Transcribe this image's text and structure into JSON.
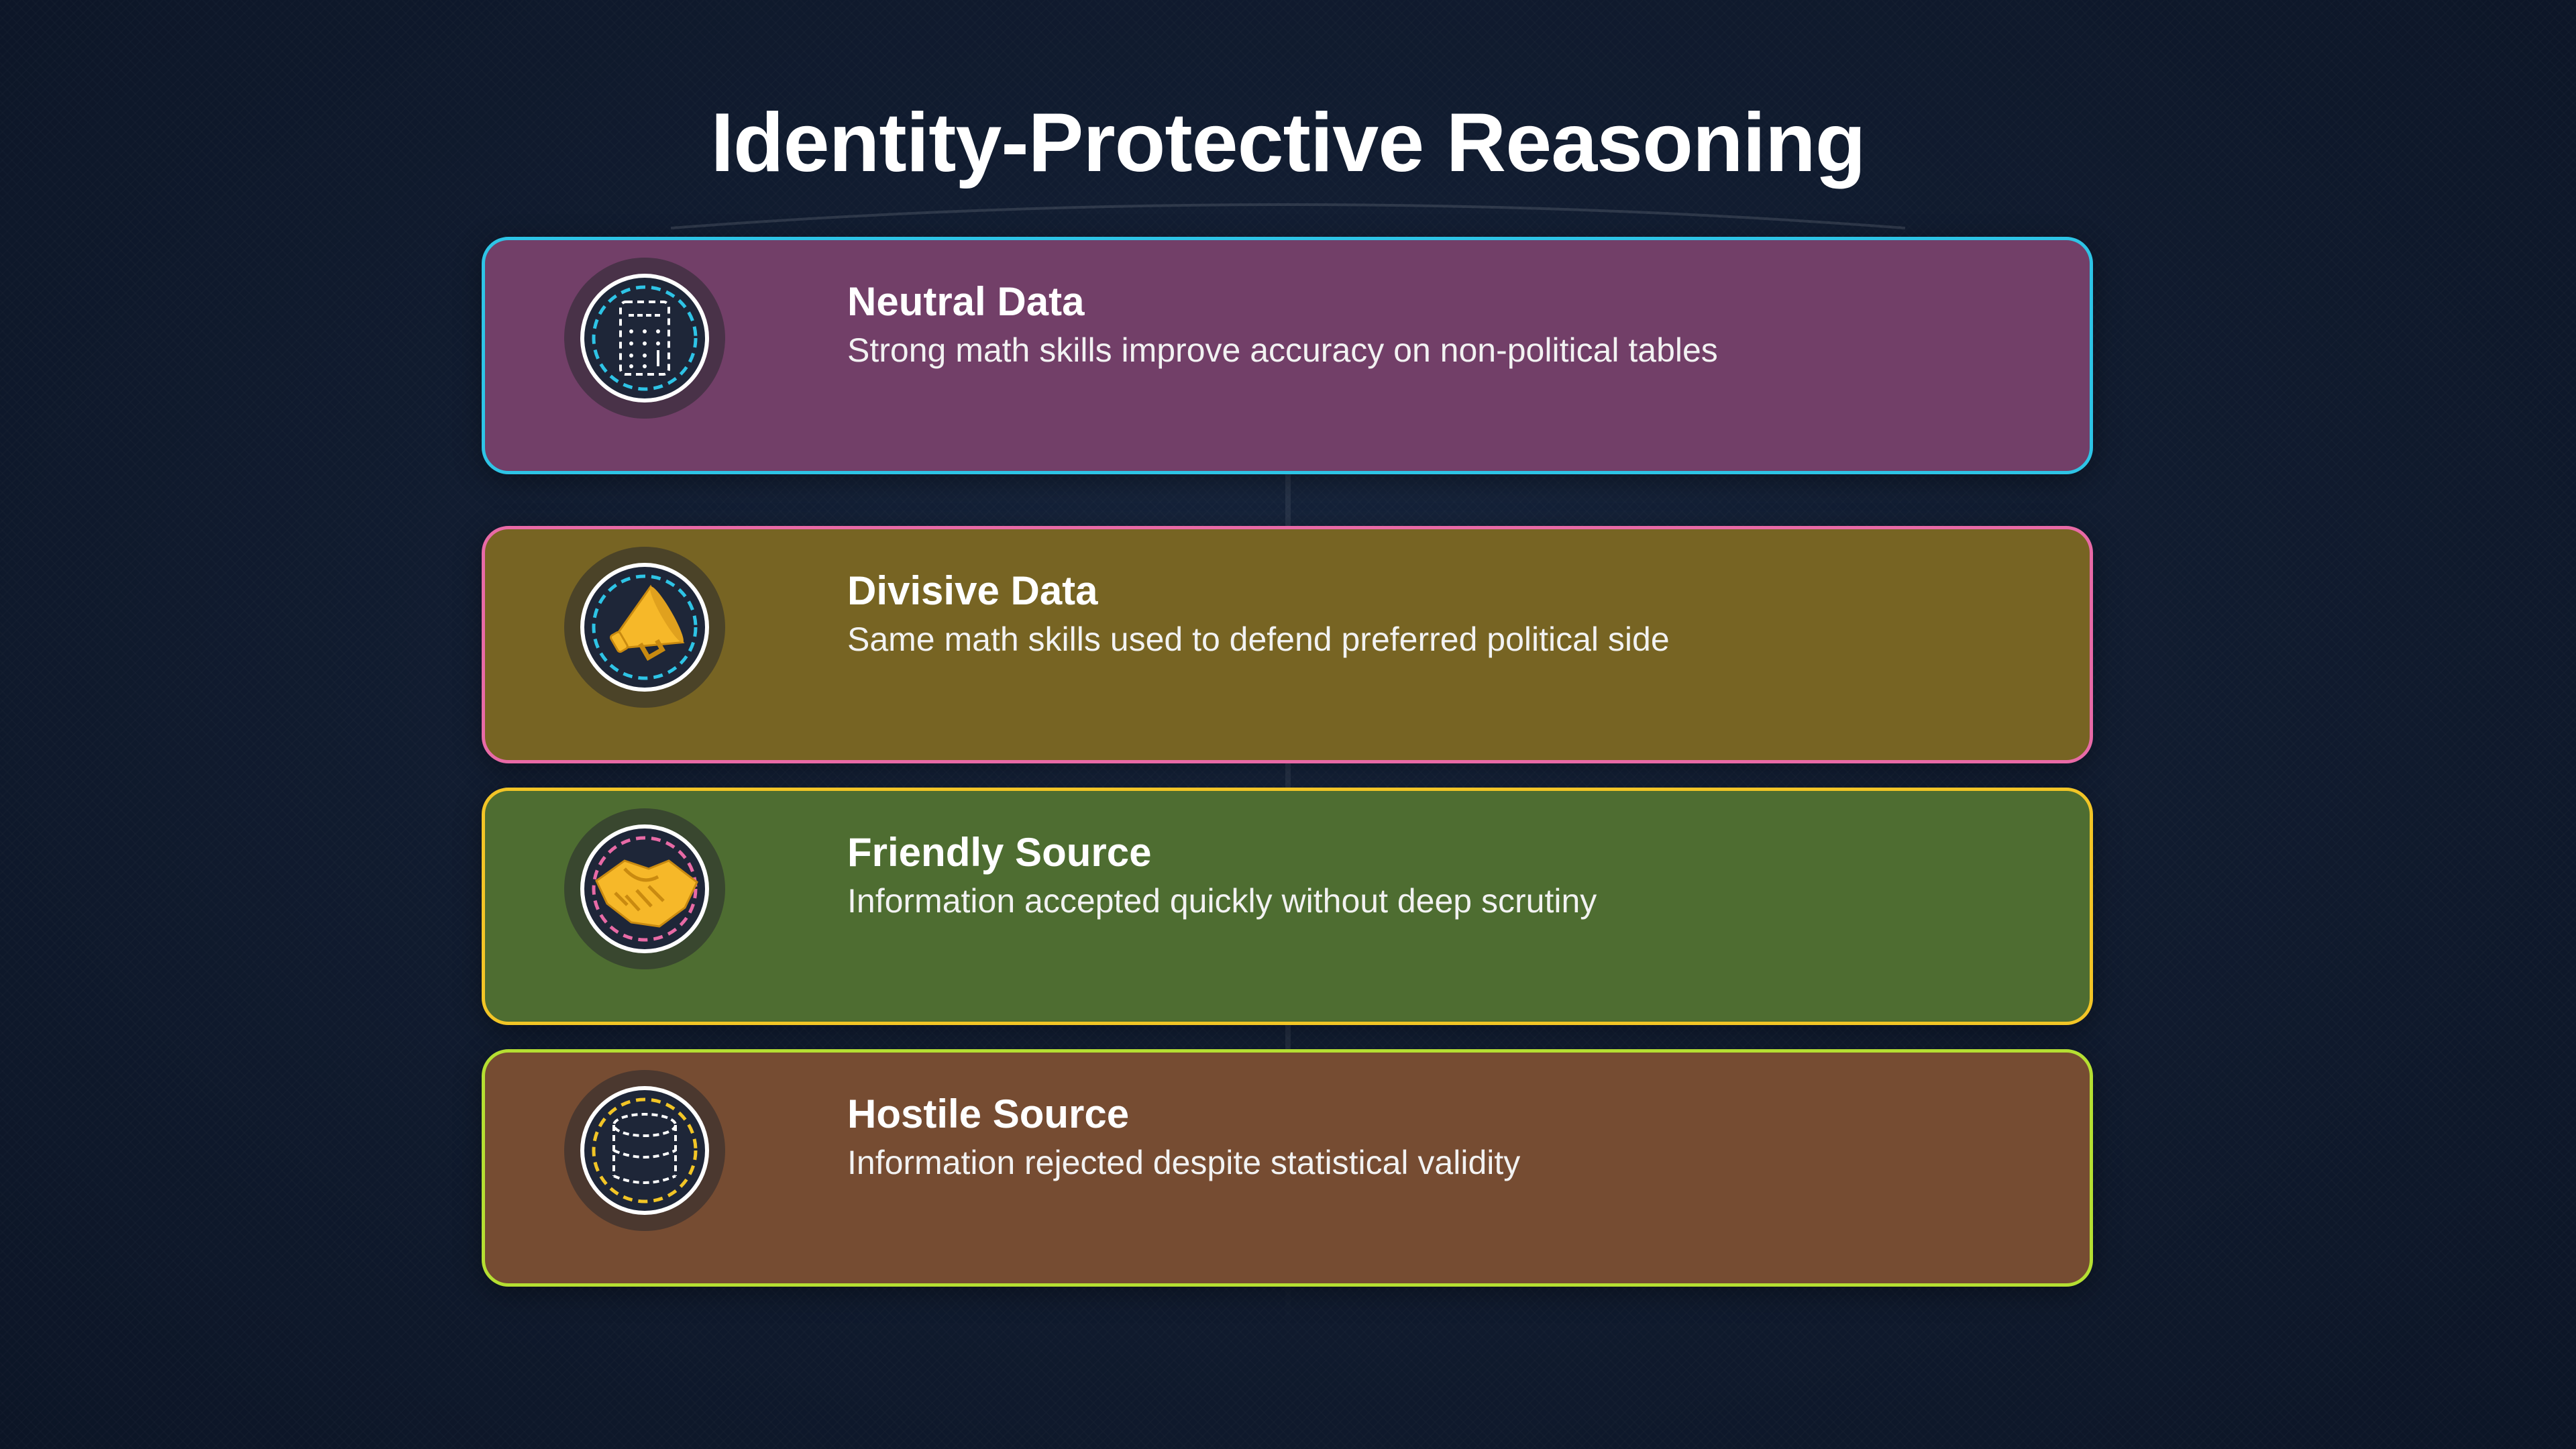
{
  "title": "Identity-Protective Reasoning",
  "cards": [
    {
      "heading": "Neutral Data",
      "description": "Strong math skills improve accuracy on non-political tables",
      "fill": "#723f68",
      "border": "#2ec4e6",
      "icon": "calculator-icon",
      "ring": "#2ec4e6"
    },
    {
      "heading": "Divisive Data",
      "description": "Same math skills used to defend preferred political side",
      "fill": "#776423",
      "border": "#e86aa6",
      "icon": "megaphone-icon",
      "ring": "#2ec4e6"
    },
    {
      "heading": "Friendly Source",
      "description": "Information accepted quickly without deep scrutiny",
      "fill": "#4e6d31",
      "border": "#f2c526",
      "icon": "handshake-icon",
      "ring": "#e86aa6"
    },
    {
      "heading": "Hostile Source",
      "description": "Information rejected despite statistical validity",
      "fill": "#764c32",
      "border": "#b5df32",
      "icon": "database-icon",
      "ring": "#f2c526"
    }
  ]
}
